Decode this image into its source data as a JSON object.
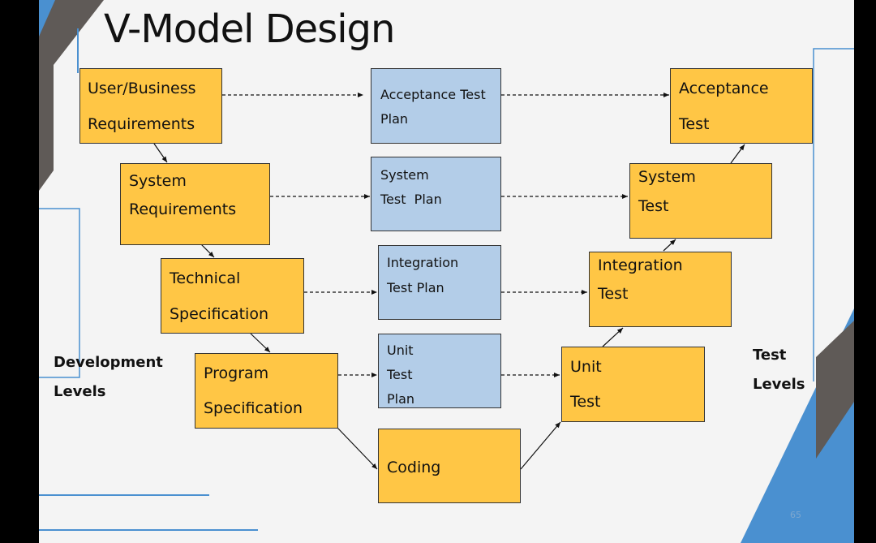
{
  "title": "V-Model Design",
  "development": {
    "label_line1": "Development",
    "label_line2": "Levels",
    "user_business_requirements": [
      "User/Business",
      "Requirements"
    ],
    "system_requirements": [
      "System",
      "Requirements"
    ],
    "technical_specification": [
      "Technical",
      "Specification"
    ],
    "program_specification": [
      "Program",
      "Specification"
    ]
  },
  "coding": "Coding",
  "plans": {
    "acceptance_test_plan": [
      "Acceptance Test",
      "Plan"
    ],
    "system_test_plan": [
      "System",
      "Test  Plan"
    ],
    "integration_test_plan": [
      "Integration",
      "Test Plan"
    ],
    "unit_test_plan": [
      "Unit",
      "Test",
      "Plan"
    ]
  },
  "testing": {
    "label_line1": "Test",
    "label_line2": "Levels",
    "acceptance_test": [
      "Acceptance",
      "Test"
    ],
    "system_test": [
      "System",
      "Test"
    ],
    "integration_test": [
      "Integration",
      "Test"
    ],
    "unit_test": [
      "Unit",
      "Test"
    ]
  },
  "page_number": "65",
  "colors": {
    "requirement_box": "#ffc645",
    "plan_box": "#b3cde8",
    "accent_blue": "#4a90d0",
    "accent_gray": "#5f5a57"
  }
}
